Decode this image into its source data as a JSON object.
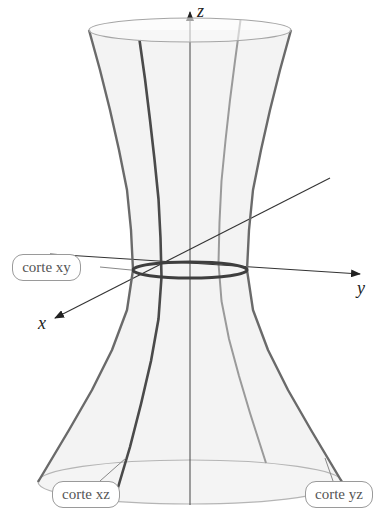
{
  "diagram": {
    "nodes": [
      {
        "text": [
          "corte xy"
        ]
      },
      {
        "text": [
          "corte xz"
        ]
      },
      {
        "text": [
          "corte yz"
        ]
      }
    ],
    "labels": [
      "z",
      "y",
      "x"
    ]
  }
}
